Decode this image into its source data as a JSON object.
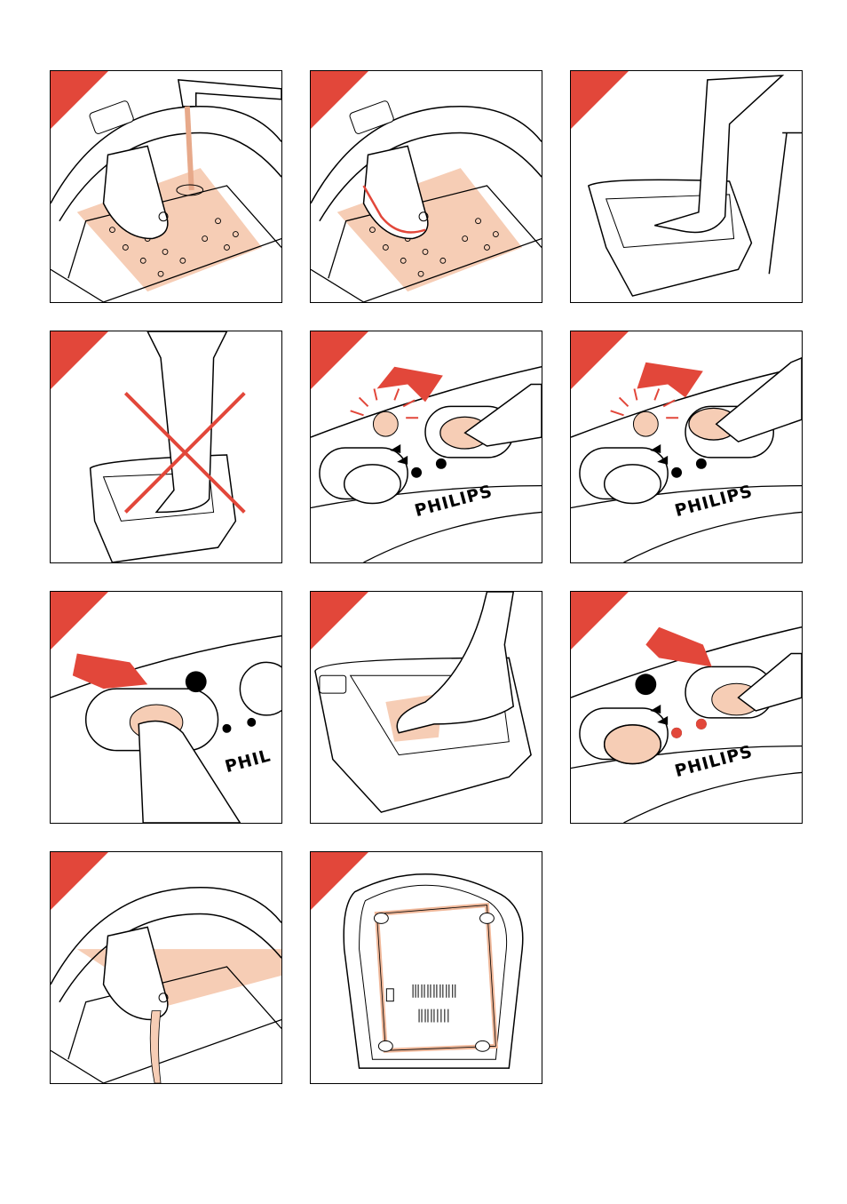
{
  "brand_label": "PHILIPS",
  "brand_label_partial": "PHIL",
  "colors": {
    "corner": "#e2473a",
    "water": "#f6cdb5",
    "highlight": "#e2473a"
  },
  "panels": [
    {
      "step": "fill-with-water"
    },
    {
      "step": "water-level-max"
    },
    {
      "step": "place-feet-seated"
    },
    {
      "step": "do-not-stand"
    },
    {
      "step": "press-button-indicator"
    },
    {
      "step": "press-heat-button"
    },
    {
      "step": "press-button"
    },
    {
      "step": "foot-in-bath"
    },
    {
      "step": "switch-off"
    },
    {
      "step": "empty-bath"
    },
    {
      "step": "cord-storage"
    }
  ]
}
